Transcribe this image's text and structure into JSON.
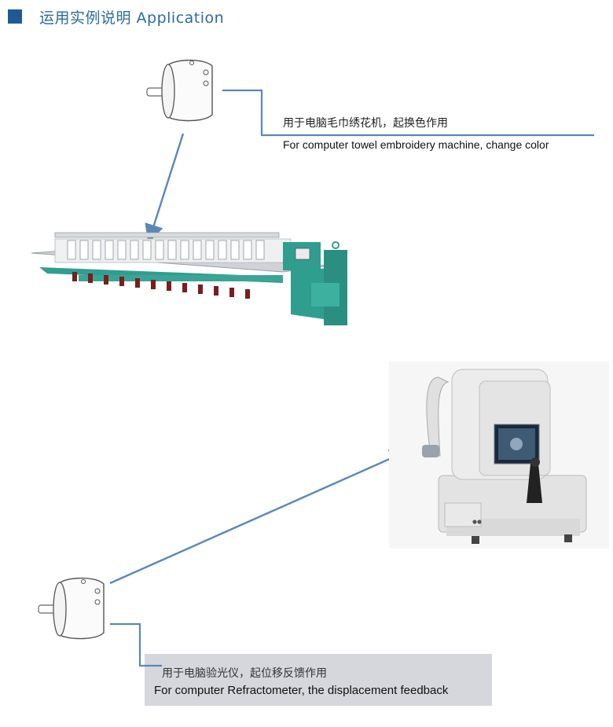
{
  "header": {
    "title": "运用实例说明 Application"
  },
  "application1": {
    "caption_cn": "用于电脑毛巾绣花机，起换色作用",
    "caption_en": "For computer towel embroidery machine, change color"
  },
  "application2": {
    "caption_cn": "用于电脑验光仪，起位移反馈作用",
    "caption_en": "For computer Refractometer,  the displacement feedback"
  },
  "colors": {
    "accent": "#1f5a96",
    "connector": "#5b87b8",
    "caption_box": "#d6d7dd",
    "machine_green": "#2f9e8f"
  }
}
